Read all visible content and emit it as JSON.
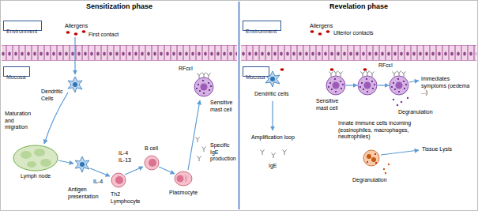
{
  "diagram": {
    "nodes": [
      {
        "text": [
          "Sensitization phase"
        ]
      },
      {
        "text": [
          "Environment"
        ],
        "in": 0
      },
      {
        "text": [
          "Mucosa"
        ],
        "in": 0
      },
      {
        "text": [
          "Revelation phase"
        ]
      },
      {
        "text": [
          "Environment"
        ],
        "in": 3
      },
      {
        "text": [
          "Mucosa"
        ],
        "in": 3
      }
    ],
    "labels": [
      "Allergens",
      "First contact",
      "Dendritic Cells",
      "Maturation and migration",
      "Lymph node",
      "IL-4",
      "Antigen presentation",
      "Th2 Lymphocyte",
      "IL-4 IL-13",
      "B cell",
      "Plasmocyte",
      "Specific IgE production",
      "RFcεI",
      "Sensitive mast cell",
      "Allergens",
      "Ulterior contacts",
      "Dendritic cells",
      "Amplification loop",
      "IgE",
      "RFcεI",
      "Sensitive mast cell",
      "Immediates symptoms (oedema ...)",
      "Degranulation",
      "Innate immune cells incoming (eosinophiles, macrophages, neutrophiles)",
      "Tissue Lysis",
      "Degranulation"
    ]
  }
}
